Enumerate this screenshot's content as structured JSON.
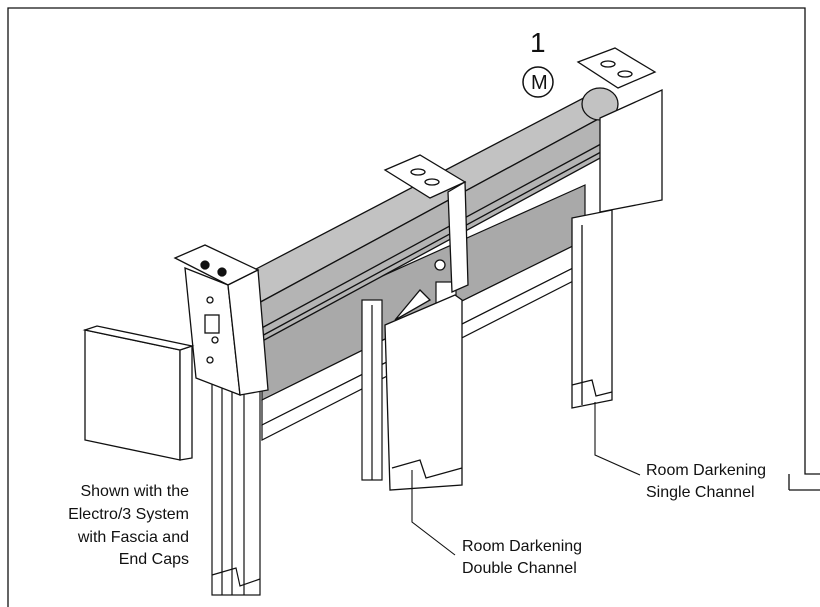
{
  "diagram": {
    "callout_number": "1",
    "motor_symbol": "M",
    "caption_left": [
      "Shown with the",
      "Electro/3 System",
      "with Fascia and",
      "End Caps"
    ],
    "label_double": [
      "Room Darkening",
      "Double Channel"
    ],
    "label_single": [
      "Room Darkening",
      "Single Channel"
    ],
    "colors": {
      "line": "#111111",
      "fabric": "#a9a9a9",
      "tube": "#c2c2c2",
      "paper": "#ffffff"
    }
  }
}
